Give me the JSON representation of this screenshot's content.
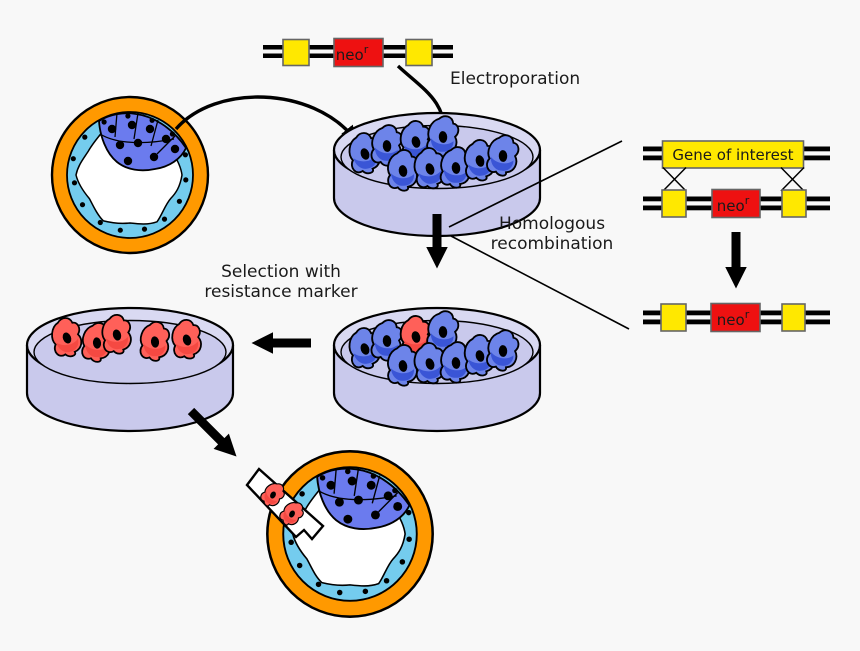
{
  "figure": {
    "type": "biology-process-diagram",
    "topic": "Gene targeting of embryonic stem cells: electroporation, homologous recombination, selection, blastocyst injection"
  },
  "labels": {
    "electroporation": "Electroporation",
    "homologous_recombination": [
      "Homologous",
      "recombination"
    ],
    "selection": [
      "Selection with",
      "resistance marker"
    ],
    "gene_of_interest": "Gene of interest",
    "neo": "neo",
    "neo_superscript": "r"
  },
  "colors": {
    "background": "#f8f8f8",
    "marker_yellow": "#ffe800",
    "neo_red": "#ee1111",
    "es_cell_blue": "#6d84e9",
    "es_cell_blue_dark": "#3a55d6",
    "targeted_cell_red": "#ff6059",
    "icm_cell_blue": "#6b7bee",
    "trophoblast_blue": "#74ccee",
    "zona_pellucida_orange": "#ff9900",
    "dish_fill": "#c9c9ec",
    "dish_rim_fill": "#d9d9f2",
    "outline": "#000000"
  }
}
